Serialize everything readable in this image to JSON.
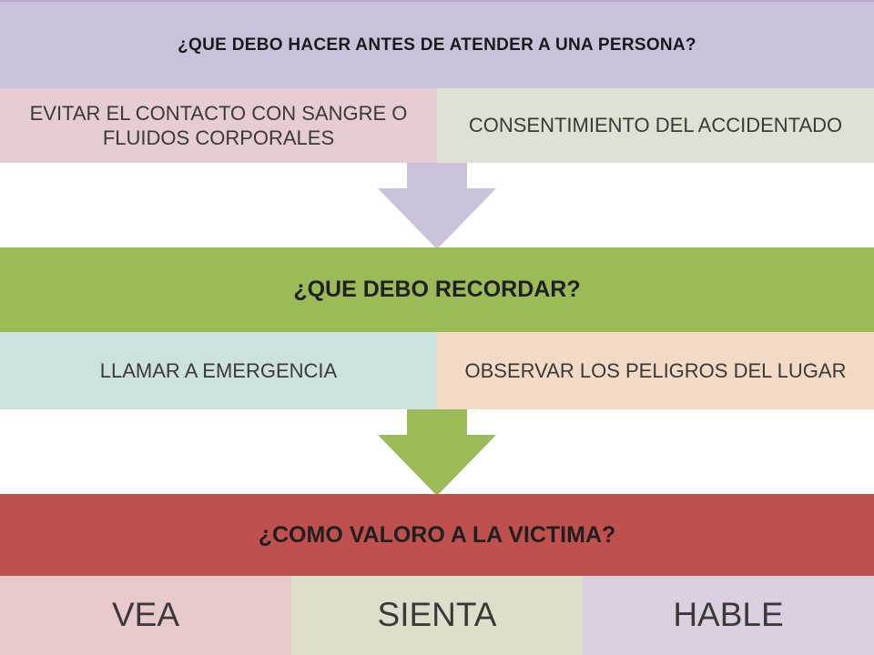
{
  "sections": [
    {
      "title": "¿QUE DEBO HACER ANTES DE ATENDER A UNA PERSONA?",
      "items": [
        {
          "label": "EVITAR EL CONTACTO CON SANGRE O FLUIDOS CORPORALES",
          "color": "#e6cdd1"
        },
        {
          "label": "CONSENTIMIENTO DEL ACCIDENTADO",
          "color": "#dde3d3"
        }
      ],
      "color": "#ccc1da"
    },
    {
      "title": "¿QUE DEBO RECORDAR?",
      "items": [
        {
          "label": "LLAMAR A EMERGENCIA",
          "color": "#cde1df"
        },
        {
          "label": "OBSERVAR LOS PELIGROS DEL LUGAR",
          "color": "#f2dac7"
        }
      ],
      "color": "#9bbb59"
    },
    {
      "title": "¿COMO VALORO A LA VICTIMA?",
      "items": [
        {
          "label": "VEA",
          "color": "#e8c9cc"
        },
        {
          "label": "SIENTA",
          "color": "#dfdecb"
        },
        {
          "label": "HABLE",
          "color": "#dccfe0"
        }
      ],
      "color": "#c0504d"
    }
  ],
  "arrows": [
    {
      "color": "#ccc1da"
    },
    {
      "color": "#9bbb59"
    }
  ]
}
